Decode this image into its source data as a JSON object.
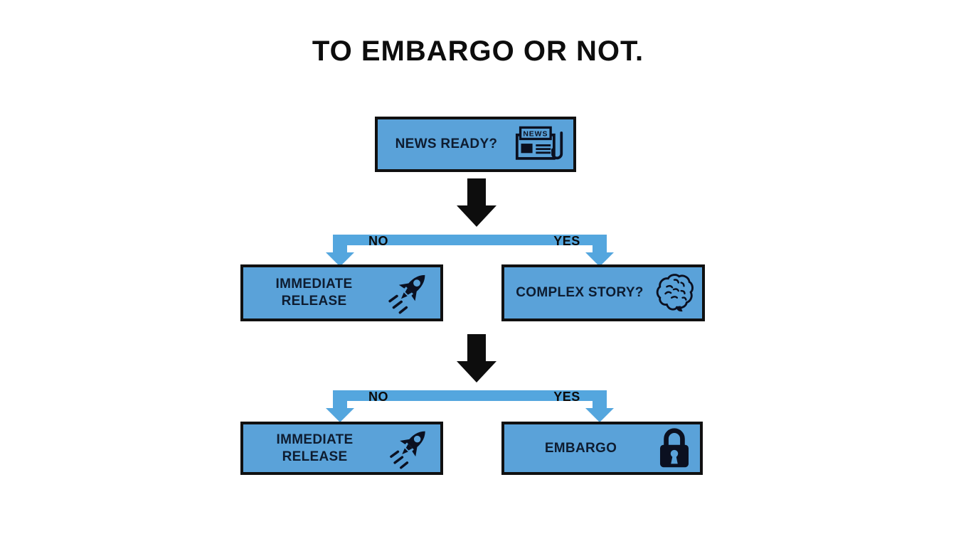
{
  "title": "TO EMBARGO OR NOT.",
  "colors": {
    "background": "#ffffff",
    "node_fill": "#5aa2d9",
    "node_border": "#101010",
    "node_text": "#0e1c30",
    "connector_blue": "#54a6de",
    "arrow_black": "#0d0d0d",
    "icon_ink": "#0b1020"
  },
  "flow": {
    "root": {
      "label": "NEWS READY?",
      "icon": "newspaper-icon"
    },
    "branch1": {
      "no_label": "NO",
      "yes_label": "YES",
      "no_node": {
        "label": "IMMEDIATE RELEASE",
        "icon": "rocket-icon"
      },
      "yes_node": {
        "label": "COMPLEX STORY?",
        "icon": "brain-icon"
      }
    },
    "branch2": {
      "no_label": "NO",
      "yes_label": "YES",
      "no_node": {
        "label": "IMMEDIATE RELEASE",
        "icon": "rocket-icon"
      },
      "yes_node": {
        "label": "EMBARGO",
        "icon": "lock-icon"
      }
    }
  },
  "icons": {
    "newspaper_masthead": "NEWS"
  }
}
